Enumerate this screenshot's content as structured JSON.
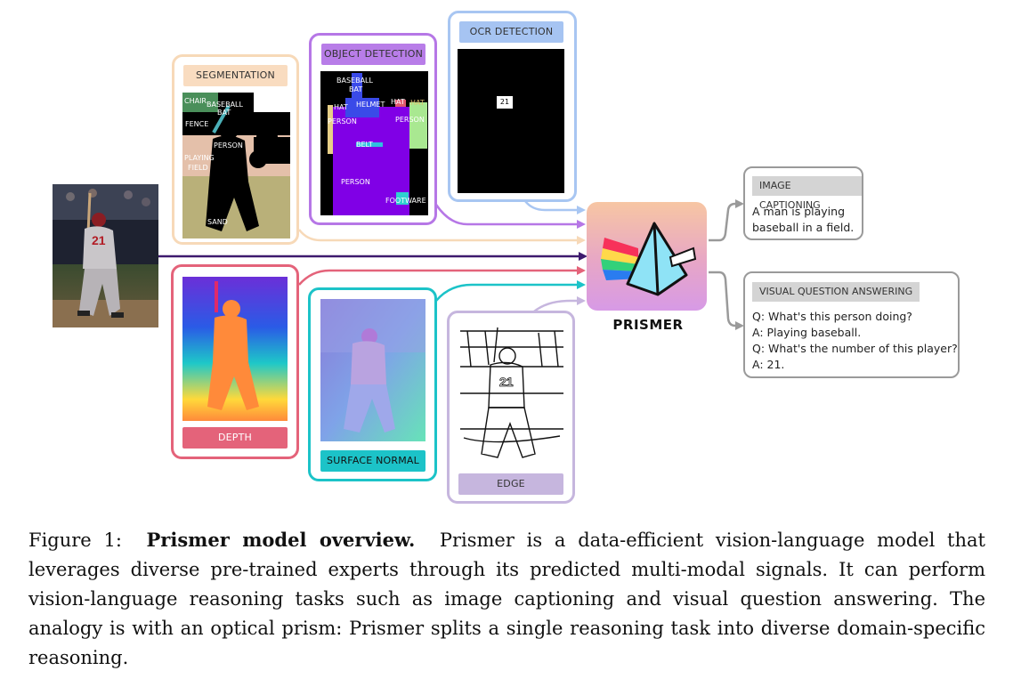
{
  "figure": {
    "caption_prefix": "Figure 1:",
    "caption_bold": "Prismer model overview.",
    "caption_body": "Prismer is a data-efficient vision-language model that leverages diverse pre-trained experts through its predicted multi-modal signals. It can perform vision-language reasoning tasks such as image captioning and visual question answering. The analogy is with an optical prism: Prismer splits a single reasoning task into diverse domain-specific reasoning."
  },
  "experts": {
    "segmentation": {
      "title": "SEGMENTATION",
      "color": "#f7d9b8",
      "labels": [
        "CHAIR",
        "BASEBALL",
        "BAT",
        "FENCE",
        "PERSON",
        "PLAYING",
        "FIELD",
        "SAND"
      ]
    },
    "object_detection": {
      "title": "OBJECT DETECTION",
      "color": "#b677e6",
      "labels": [
        "BASEBALL",
        "BAT",
        "HAT",
        "HELMET",
        "HAT",
        "HAT",
        "PERSON",
        "PERSON",
        "BELT",
        "PERSON",
        "FOOTWARE"
      ]
    },
    "ocr_detection": {
      "title": "OCR DETECTION",
      "color": "#a8c6f2",
      "labels": [
        "21"
      ]
    },
    "depth": {
      "title": "DEPTH",
      "color": "#e4637a"
    },
    "surface_normal": {
      "title": "SURFACE NORMAL",
      "color": "#1cc3c8"
    },
    "edge": {
      "title": "EDGE",
      "color": "#c6b6de"
    }
  },
  "model": {
    "name": "PRISMER"
  },
  "outputs": {
    "captioning": {
      "title": "IMAGE CAPTIONING",
      "lines": [
        "A man is playing",
        "baseball in a field."
      ]
    },
    "vqa": {
      "title": "VISUAL QUESTION ANSWERING",
      "lines": [
        "Q: What's this person doing?",
        "A: Playing baseball.",
        "Q: What's the number of this player?",
        "A: 21."
      ]
    }
  }
}
